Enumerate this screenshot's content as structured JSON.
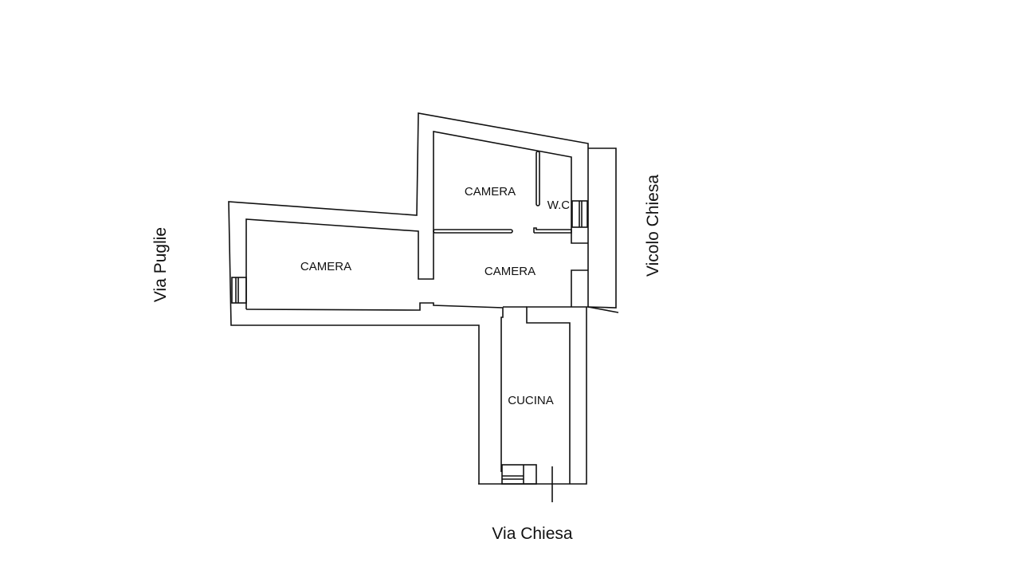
{
  "rooms": {
    "camera_top": "CAMERA",
    "wc": "W.C.",
    "camera_left": "CAMERA",
    "camera_center": "CAMERA",
    "cucina": "CUCINA"
  },
  "streets": {
    "west": "Via Puglie",
    "east": "Vicolo Chiesa",
    "south": "Via Chiesa"
  }
}
